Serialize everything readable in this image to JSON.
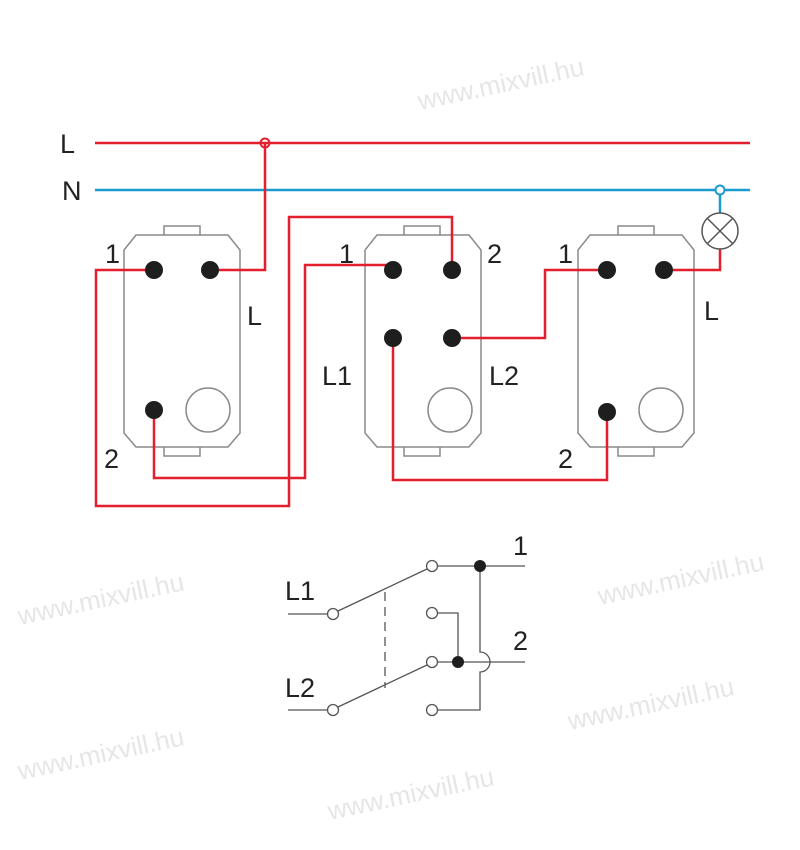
{
  "watermark": "www.mixvill.hu",
  "colors": {
    "live": "#e31e2d",
    "neutral": "#1a9bd0",
    "outline": "#8a8a8a"
  },
  "bus": {
    "live_label": "L",
    "neutral_label": "N"
  },
  "switch_left": {
    "t1": "1",
    "tL": "L",
    "t2": "2"
  },
  "switch_middle": {
    "t1": "1",
    "t2": "2",
    "tL1": "L1",
    "tL2": "L2"
  },
  "switch_right": {
    "t1": "1",
    "tL": "L",
    "t2": "2"
  },
  "lamp": {
    "icon": "lamp-icon"
  },
  "schematic": {
    "in1": "L1",
    "in2": "L2",
    "out1": "1",
    "out2": "2"
  }
}
